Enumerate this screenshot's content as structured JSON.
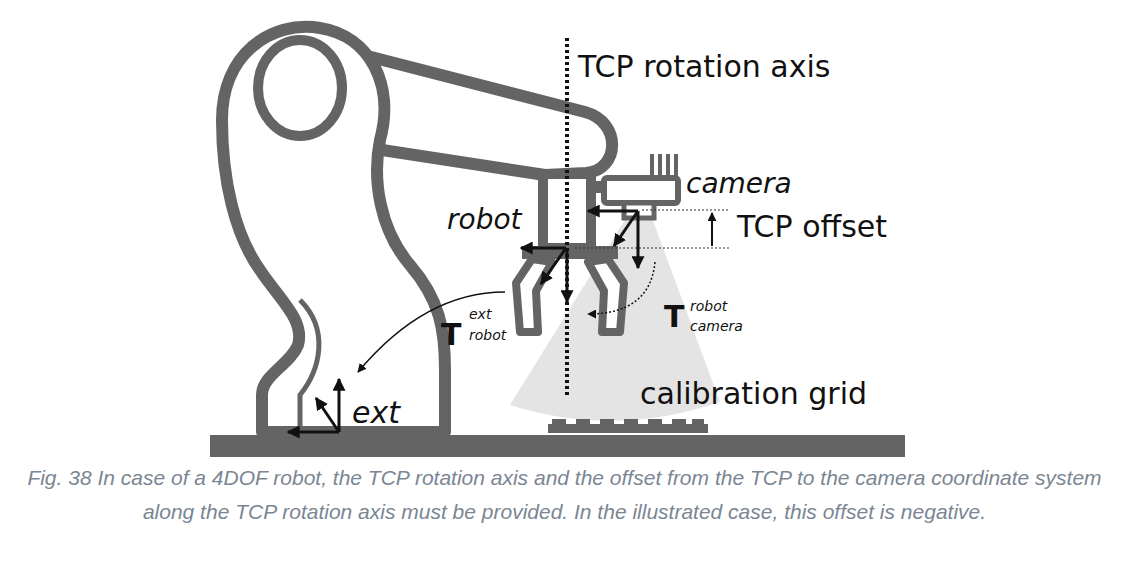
{
  "diagram": {
    "caption": "Fig. 38 In case of a 4DOF robot, the TCP rotation axis and the offset from the TCP to the camera coordinate system along the TCP rotation axis must be provided. In the illustrated case, this offset is negative.",
    "labels": [
      "TCP rotation axis",
      "camera",
      "robot",
      "TCP offset",
      "T",
      "ext",
      "robot",
      "T",
      "robot",
      "camera",
      "calibration grid",
      "ext"
    ]
  }
}
